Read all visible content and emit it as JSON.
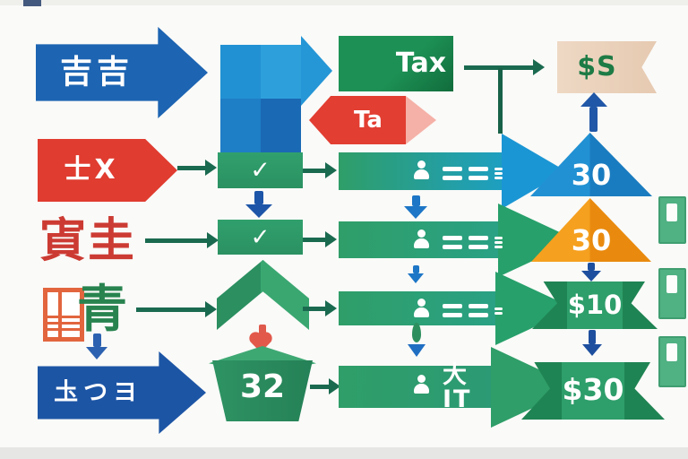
{
  "colors": {
    "blue_arrow": "#1d64b2",
    "blue_dark": "#1d55a5",
    "red": "#e03c30",
    "red_text": "#cc3b33",
    "pink_head": "#f5b1a7",
    "green": "#2f9e68",
    "green_dark": "#17854b",
    "connector_green": "#1a6a50",
    "teal_blue": "#1b96d4",
    "navy": "#1d4f9e",
    "tan_banner": "#ead2bc",
    "orange": "#f5a01f",
    "sky_blue": "#2191d3",
    "money_text": "#1d7b45"
  },
  "icons": {
    "checkmark": "✓"
  },
  "col1": {
    "arrow1_label": "吉吉",
    "arrow2_label": "士X",
    "text3": "寊圭",
    "text4": "青",
    "arrow5_label": "圡つヨ"
  },
  "col2": {
    "box_label": "32"
  },
  "col3": {
    "tax_label": "Tax",
    "ta_label": "Ta",
    "row5_label": "大IT"
  },
  "col4": {
    "money_label": "$S",
    "triangle_blue_label": "30",
    "triangle_orange_label": "30",
    "banner_top_label": "$10",
    "banner_bottom_label": "$30"
  }
}
